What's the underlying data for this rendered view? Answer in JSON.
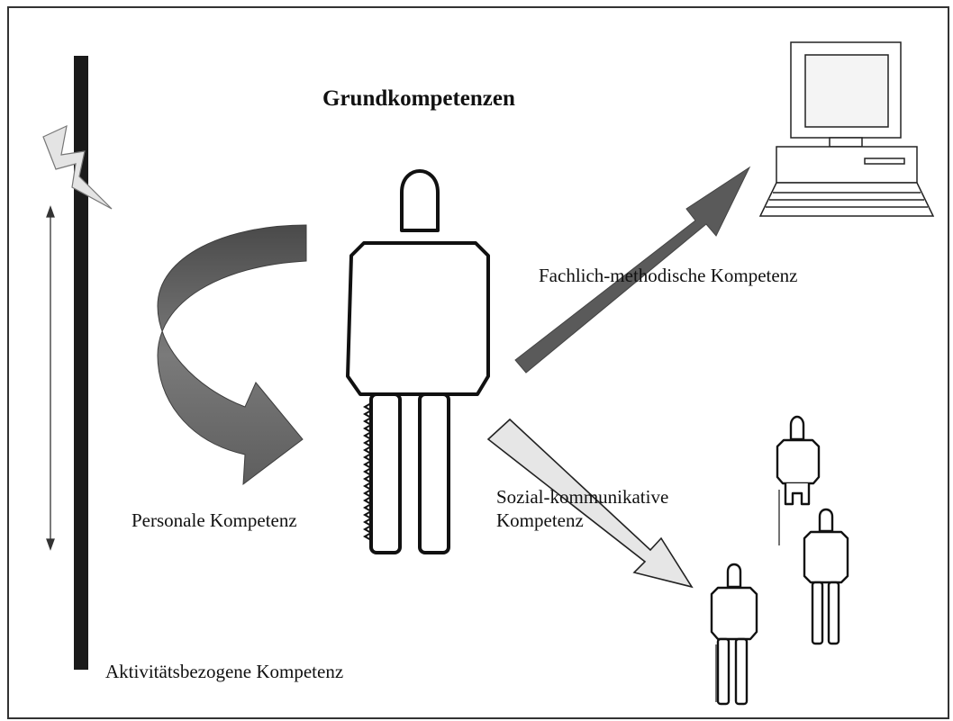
{
  "title": "Grundkompetenzen",
  "labels": {
    "fachlich": "Fachlich-methodische Kompetenz",
    "personal": "Personale Kompetenz",
    "sozial_line1": "Sozial-kommunikative",
    "sozial_line2": "Kompetenz",
    "aktivitaet": "Aktivitätsbezogene Kompetenz"
  },
  "icons": {
    "lightning": "lightning-icon",
    "computer": "computer-icon",
    "person": "person-icon"
  },
  "colors": {
    "frame": "#333333",
    "bar": "#1a1a1a",
    "dark_arrow": "#5a5a5a",
    "light_arrow": "#e6e6e6",
    "outline": "#111111"
  }
}
